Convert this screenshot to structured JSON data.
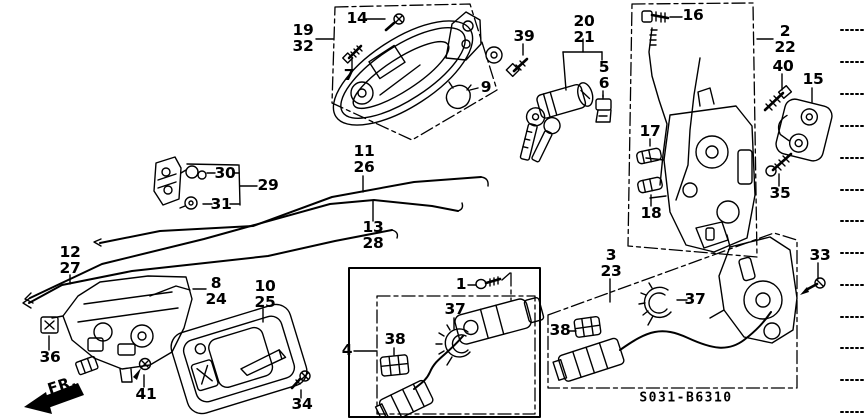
{
  "colors": {
    "ink": "#000000",
    "paper": "#ffffff"
  },
  "diagram_code": "S031-B6310",
  "fr_label": "FR.",
  "callouts": {
    "n14": "14",
    "n19_32": "19\n32",
    "n7": "7",
    "n9": "9",
    "n39": "39",
    "n20_21": "20\n21",
    "n5": "5",
    "n6": "6",
    "n16": "16",
    "n2_22": "2\n22",
    "n40": "40",
    "n15": "15",
    "n35": "35",
    "n17": "17",
    "n18": "18",
    "n30": "30",
    "n31": "31",
    "n29": "29",
    "n11_26": "11\n26",
    "n13_28": "13\n28",
    "n12_27": "12\n27",
    "n8_24": "8\n24",
    "n10_25": "10\n25",
    "n36": "36",
    "n41": "41",
    "n34": "34",
    "n4": "4",
    "n1": "1",
    "n37_front": "37",
    "n38_front": "38",
    "n3_23": "3\n23",
    "n37_rear": "37",
    "n38_rear": "38",
    "n33": "33"
  }
}
